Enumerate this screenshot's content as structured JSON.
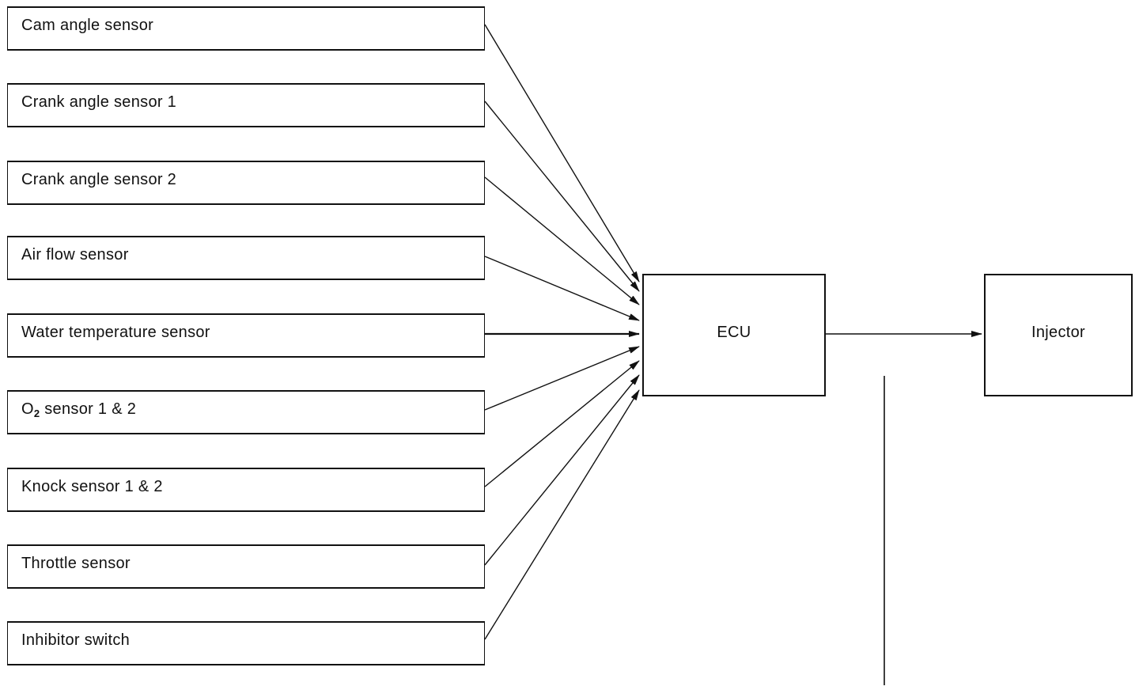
{
  "diagram": {
    "inputs": [
      {
        "id": "cam-angle-sensor",
        "label": "Cam angle sensor"
      },
      {
        "id": "crank-angle-sensor-1",
        "label": "Crank angle sensor 1"
      },
      {
        "id": "crank-angle-sensor-2",
        "label": "Crank angle sensor 2"
      },
      {
        "id": "air-flow-sensor",
        "label": "Air flow sensor"
      },
      {
        "id": "water-temperature-sensor",
        "label": "Water temperature sensor"
      },
      {
        "id": "o2-sensor",
        "label_main": "O",
        "label_sub": "2",
        "label_rest": " sensor 1 & 2"
      },
      {
        "id": "knock-sensor",
        "label": "Knock sensor 1 & 2"
      },
      {
        "id": "throttle-sensor",
        "label": "Throttle sensor"
      },
      {
        "id": "inhibitor-switch",
        "label": "Inhibitor switch"
      }
    ],
    "controller": {
      "label": "ECU"
    },
    "output": {
      "label": "Injector"
    },
    "edges": [
      {
        "from": "cam-angle-sensor",
        "to": "ECU"
      },
      {
        "from": "crank-angle-sensor-1",
        "to": "ECU"
      },
      {
        "from": "crank-angle-sensor-2",
        "to": "ECU"
      },
      {
        "from": "air-flow-sensor",
        "to": "ECU"
      },
      {
        "from": "water-temperature-sensor",
        "to": "ECU"
      },
      {
        "from": "o2-sensor",
        "to": "ECU"
      },
      {
        "from": "knock-sensor",
        "to": "ECU"
      },
      {
        "from": "throttle-sensor",
        "to": "ECU"
      },
      {
        "from": "inhibitor-switch",
        "to": "ECU"
      },
      {
        "from": "ECU",
        "to": "Injector"
      }
    ]
  }
}
